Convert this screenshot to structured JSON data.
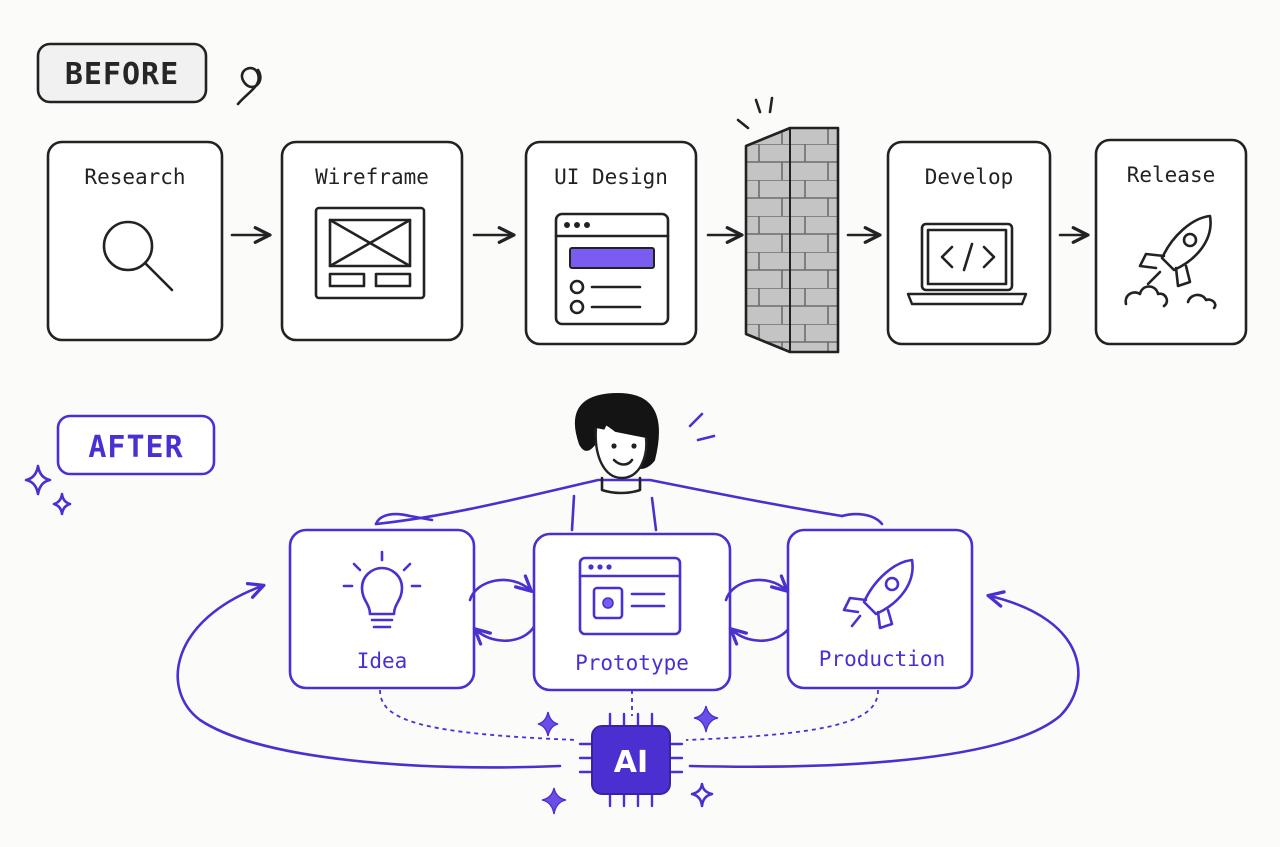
{
  "before": {
    "label": "BEFORE",
    "steps": [
      "Research",
      "Wireframe",
      "UI Design",
      "Develop",
      "Release"
    ]
  },
  "after": {
    "label": "AFTER",
    "steps": [
      "Idea",
      "Prototype",
      "Production"
    ],
    "core_label": "AI"
  },
  "icons": {
    "research": "magnifier-icon",
    "wireframe": "wireframe-icon",
    "ui_design": "browser-window-icon",
    "blocker": "brick-wall-icon",
    "develop": "laptop-code-icon",
    "release": "rocket-icon",
    "idea": "lightbulb-icon",
    "prototype": "prototype-window-icon",
    "production": "rocket-icon",
    "core": "ai-chip-icon"
  },
  "colors": {
    "ink": "#222222",
    "accent": "#4b2fd0",
    "accent_fill": "#7b5cf0",
    "brick": "#b9b9b9",
    "paper": "#fbfbfa"
  }
}
